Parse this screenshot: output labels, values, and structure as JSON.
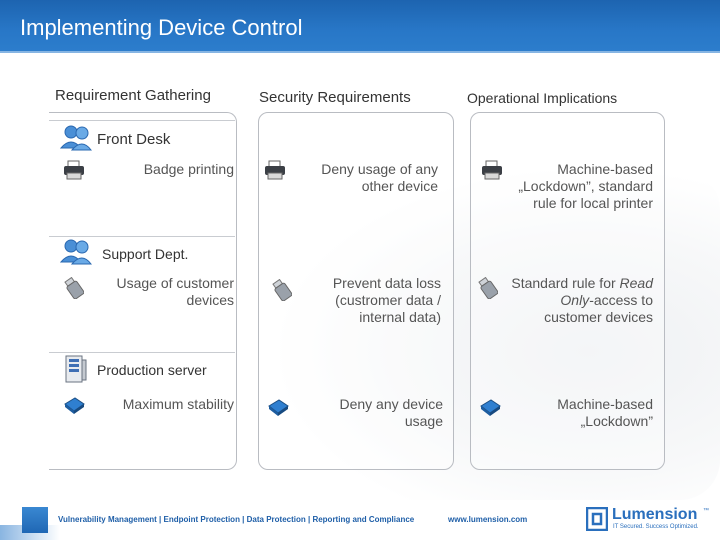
{
  "title": "Implementing Device Control",
  "columns": {
    "c1": "Requirement Gathering",
    "c2": "Security Requirements",
    "c3": "Operational Implications"
  },
  "rows": [
    {
      "section": "Front Desk",
      "section_icon": "users-icon",
      "item_icon": "printer-icon",
      "requirement": "Badge printing",
      "security": "Deny usage of any other device",
      "operational": "Machine-based „Lockdown”, standard rule for local printer"
    },
    {
      "section": "Support Dept.",
      "section_icon": "users-icon",
      "item_icon": "usb-drive-icon",
      "requirement": "Usage of customer devices",
      "security": "Prevent data loss (custromer data / internal data)",
      "operational_pre": "Standard rule for ",
      "operational_em": "Read Only",
      "operational_post": "-access to customer devices"
    },
    {
      "section": "Production server",
      "section_icon": "server-icon",
      "item_icon": "chip-icon",
      "requirement": "Maximum stability",
      "security": "Deny any device usage",
      "operational": "Machine-based „Lockdown”"
    }
  ],
  "footer": {
    "tagline": "Vulnerability Management | Endpoint Protection | Data Protection | Reporting and Compliance",
    "url": "www.lumension.com",
    "logo_name": "Lumension",
    "logo_tm": "™",
    "logo_tagline": "IT Secured. Success Optimized."
  },
  "colors": {
    "title_bar": "#2877c7",
    "accent": "#2a6fbd"
  }
}
